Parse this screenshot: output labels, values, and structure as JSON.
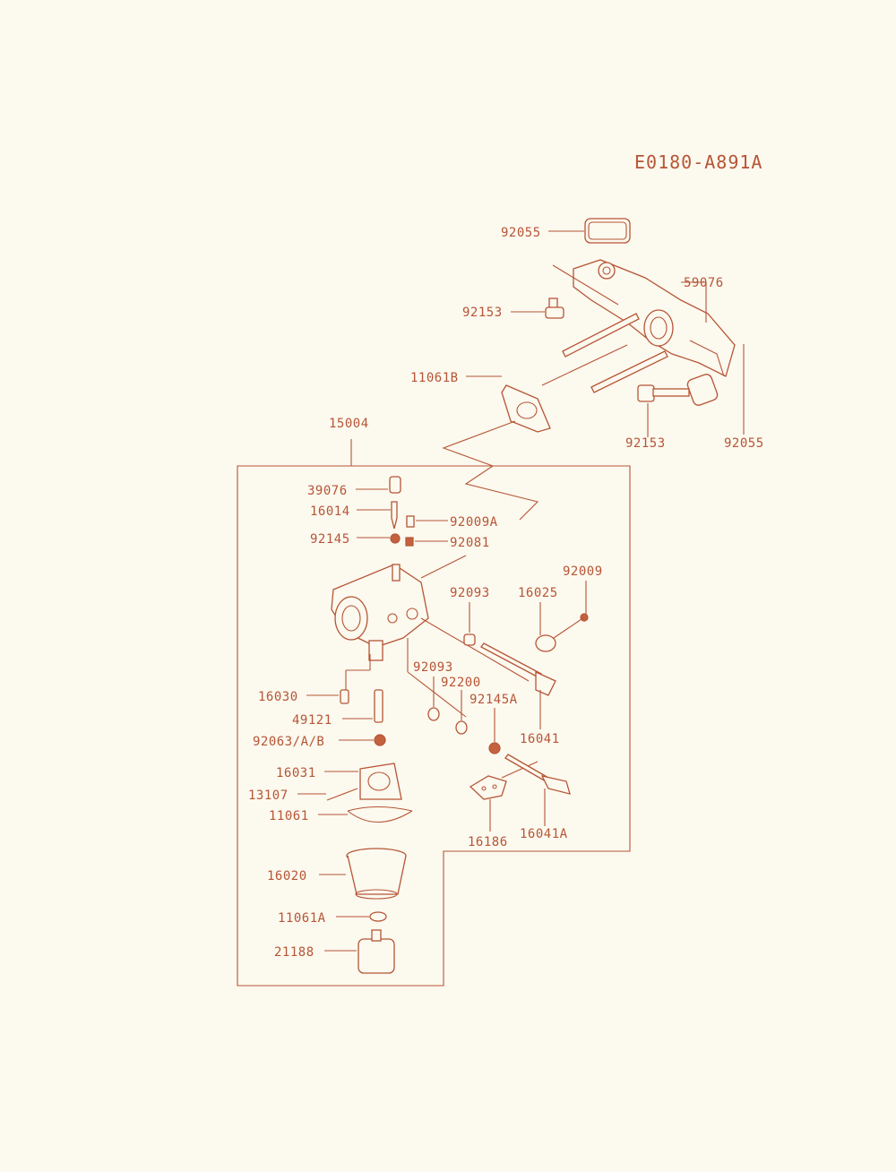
{
  "diagram_code": "E0180-A891A",
  "colors": {
    "ink": "#b65535",
    "paper": "#fcf9ef"
  },
  "parts": {
    "p92055_top": "92055",
    "p59076": "59076",
    "p92153_top": "92153",
    "p11061B": "11061B",
    "p92153_bottom": "92153",
    "p92055_right": "92055",
    "p15004": "15004",
    "p39076": "39076",
    "p16014": "16014",
    "p92009A": "92009A",
    "p92145": "92145",
    "p92081": "92081",
    "p92009": "92009",
    "p92093_a": "92093",
    "p16025": "16025",
    "p92093_b": "92093",
    "p92200": "92200",
    "p92145A": "92145A",
    "p16030": "16030",
    "p49121": "49121",
    "p92063AB": "92063/A/B",
    "p16041": "16041",
    "p16031": "16031",
    "p13107": "13107",
    "p11061": "11061",
    "p16186": "16186",
    "p16041A": "16041A",
    "p16020": "16020",
    "p11061A": "11061A",
    "p21188": "21188"
  }
}
